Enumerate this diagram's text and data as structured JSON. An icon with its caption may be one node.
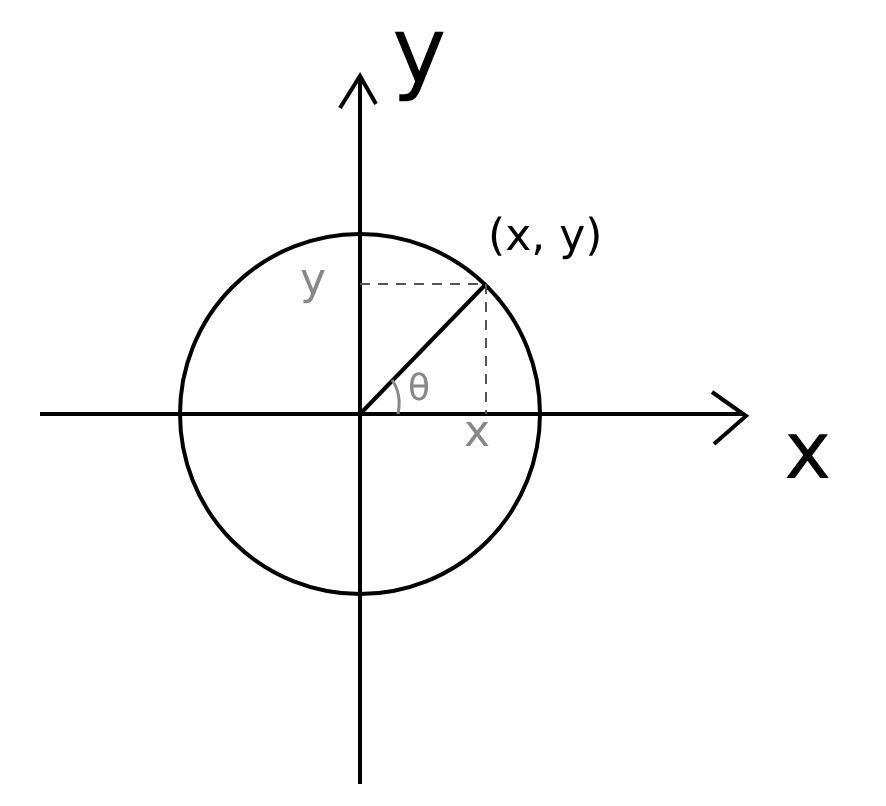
{
  "diagram": {
    "labels": [
      "y",
      "(x, y)",
      "y",
      "θ",
      "x",
      "x"
    ]
  }
}
